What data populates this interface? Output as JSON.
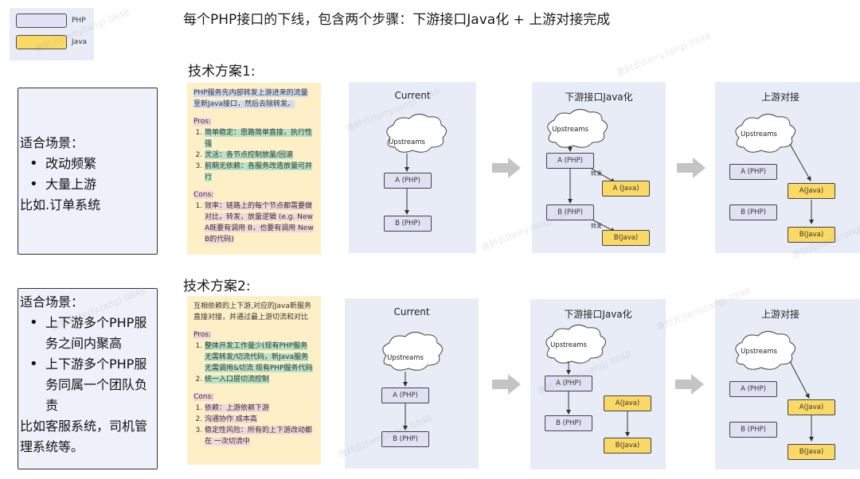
{
  "legend": {
    "php": "PHP",
    "java": "Java"
  },
  "main_title": "每个PHP接口的下线，包含两个步骤：下游接口Java化 + 上游对接完成",
  "scheme1": {
    "title": "技术方案1:",
    "side": {
      "header": "适合场景：",
      "bullets": [
        "改动频繁",
        "大量上游"
      ],
      "footer": "比如.订单系统"
    },
    "note": {
      "intro": "PHP服务先内部转发上游进来的流量至新Java接口，然后去除转发。",
      "pros_label": "Pros:",
      "pros": [
        "简单稳定：思路简单直接，执行性强",
        "灵活：各节点控制放量/回滚",
        "前期无依赖：各服务改造放量可并行"
      ],
      "cons_label": "Cons:",
      "cons": [
        "效率：链路上的每个节点都需要做 对比，转发，放量逻辑 (e.g. New A既要有调用 B，也要有调用 New B的代码)"
      ]
    }
  },
  "scheme2": {
    "title": "技术方案2:",
    "side": {
      "header": "适合场景：",
      "bullets": [
        "上下游多个PHP服务之间内聚高",
        "上下游多个PHP服务同属一个团队负责"
      ],
      "footer": "比如客服系统，司机管理系统等。"
    },
    "note": {
      "intro": "互相依赖的上下游,对应的Java新服务直接对接，并通过最上游切流和对比",
      "pros_label": "Pros:",
      "pros": [
        "整体开发工作量少(现有PHP服务无需转发/切流代码，新Java服务无需调用&切流 现有PHP服务代码",
        "统一入口层切流控制"
      ],
      "cons_label": "Cons:",
      "cons": [
        "依赖：上游依赖下游",
        "沟通协作 成本高",
        "稳定性风险：所有的上下游改动都在 一次切流中"
      ]
    }
  },
  "panels": {
    "current": "Current",
    "java": "下游接口Java化",
    "upstream": "上游对接"
  },
  "nodes": {
    "upstreams": "Upstreams",
    "a_php": "A (PHP)",
    "b_php": "B (PHP)",
    "a_java_s": "A (Java)",
    "b_java": "B(Java)",
    "a_java": "A(Java)",
    "forward": "转发"
  },
  "watermark": "唐封云(terry.tang) 0848",
  "colors": {
    "php": "#e0e1f4",
    "java": "#fbd965",
    "panel": "#e8ecf7",
    "note": "#fdf0c6"
  }
}
